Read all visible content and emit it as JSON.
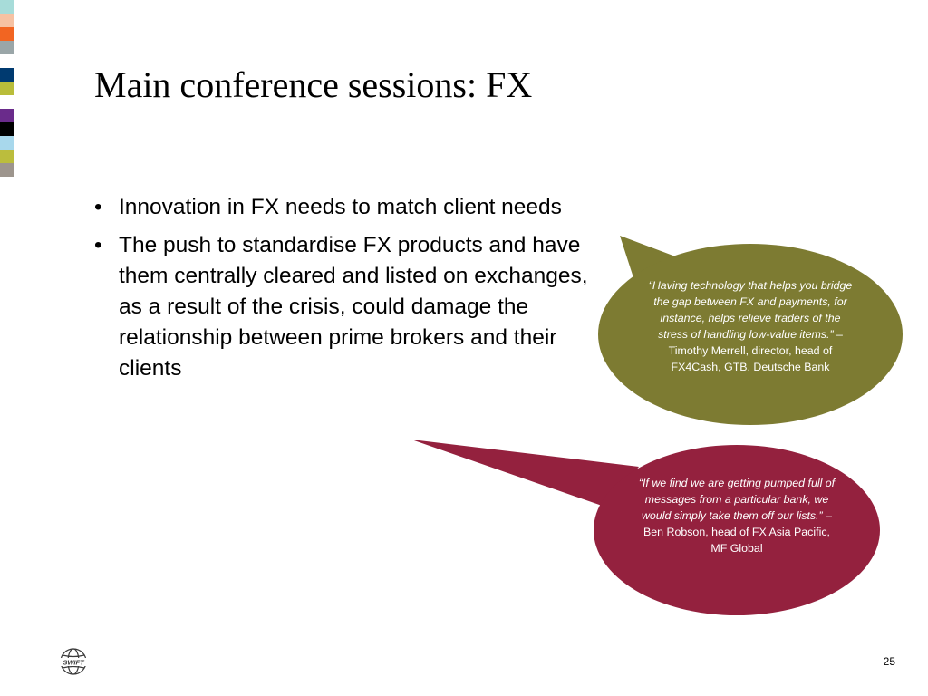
{
  "slide": {
    "title": "Main conference sessions: FX",
    "bullets": [
      "Innovation in FX needs to match client needs",
      "The push to standardise FX products and have them centrally cleared and listed on exchanges, as a result of the crisis, could damage the relationship between prime brokers and their clients"
    ],
    "bullet_glyph": "•",
    "quotes": [
      {
        "quote": "“Having technology that helps you bridge the gap between FX and payments, for instance, helps relieve traders of the stress of handling low-value items.”",
        "attribution": " – Timothy Merrell, director, head of FX4Cash, GTB, Deutsche Bank",
        "color": "#7d7b32"
      },
      {
        "quote": "“If we find we are getting pumped full of messages from a particular bank, we would simply take them off our lists.”",
        "attribution": " – Ben Robson, head of FX Asia Pacific, MF Global",
        "color": "#94213e"
      }
    ],
    "page_number": "25",
    "logo_text": "SWIFT",
    "logo_icon": "globe-icon",
    "strip_colors": [
      "#a7dcd9",
      "#f6c2a3",
      "#f26522",
      "#9aa6a8",
      "#ffffff",
      "#003a70",
      "#b9bd3a",
      "#ffffff",
      "#6a2b8b",
      "#000000",
      "#a8d8ec",
      "#bbbd3d",
      "#9d958d"
    ]
  }
}
